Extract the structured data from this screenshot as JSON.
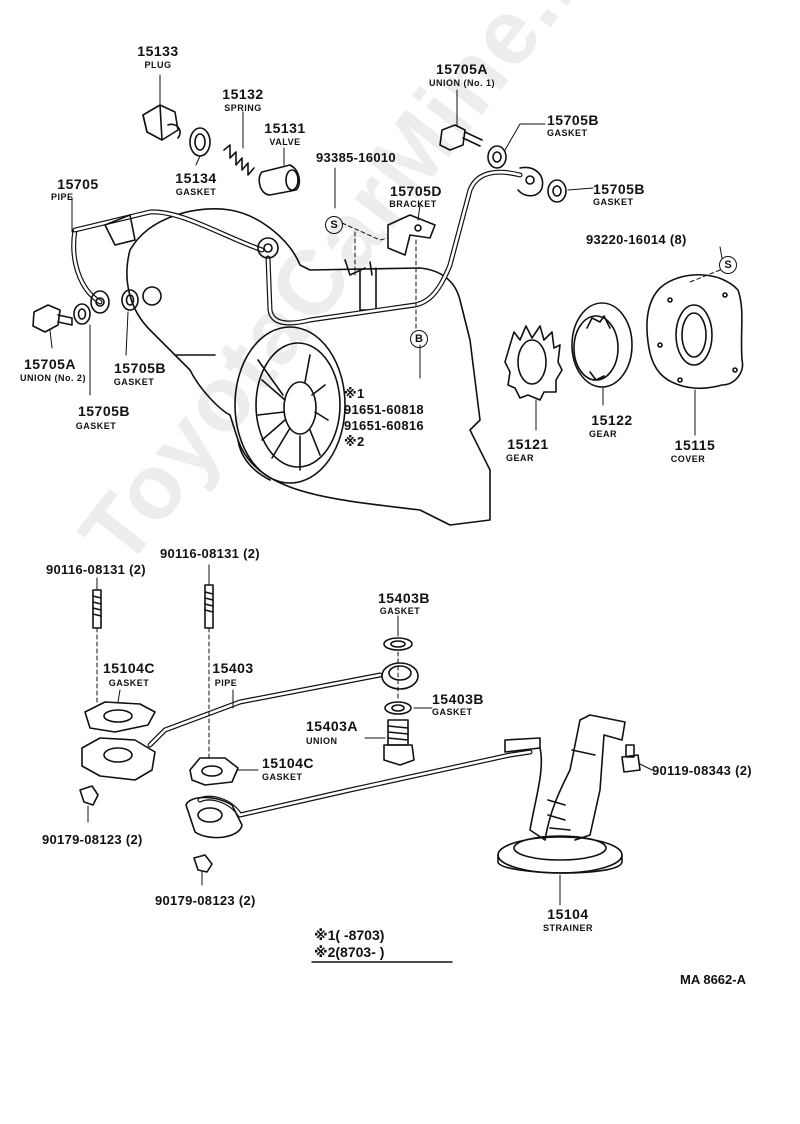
{
  "watermark": "ToyotaCarMine.ru",
  "reference_code": "MA  8662-A",
  "symbols": {
    "s": "S",
    "b": "B"
  },
  "legend": {
    "line1": "※1(    -8703)",
    "line2": "※2(8703-       )"
  },
  "parts": [
    {
      "key": "p15133",
      "number": "15133",
      "name": "PLUG"
    },
    {
      "key": "p15132",
      "number": "15132",
      "name": "SPRING"
    },
    {
      "key": "p15131",
      "number": "15131",
      "name": "VALVE"
    },
    {
      "key": "p15134",
      "number": "15134",
      "name": "GASKET"
    },
    {
      "key": "p15705",
      "number": "15705",
      "name": "PIPE"
    },
    {
      "key": "p15705A_1",
      "number": "15705A",
      "name": "UNION (No. 1)"
    },
    {
      "key": "p15705B_1",
      "number": "15705B",
      "name": "GASKET"
    },
    {
      "key": "p15705B_2",
      "number": "15705B",
      "name": "GASKET"
    },
    {
      "key": "p15705D",
      "number": "15705D",
      "name": "BRACKET"
    },
    {
      "key": "p15705A_2",
      "number": "15705A",
      "name": "UNION (No. 2)"
    },
    {
      "key": "p15705B_3",
      "number": "15705B",
      "name": "GASKET"
    },
    {
      "key": "p15705B_4",
      "number": "15705B",
      "name": "GASKET"
    },
    {
      "key": "p15121",
      "number": "15121",
      "name": "GEAR"
    },
    {
      "key": "p15122",
      "number": "15122",
      "name": "GEAR"
    },
    {
      "key": "p15115",
      "number": "15115",
      "name": "COVER"
    },
    {
      "key": "p15403B_1",
      "number": "15403B",
      "name": "GASKET"
    },
    {
      "key": "p15403B_2",
      "number": "15403B",
      "name": "GASKET"
    },
    {
      "key": "p15403A",
      "number": "15403A",
      "name": "UNION"
    },
    {
      "key": "p15403",
      "number": "15403",
      "name": "PIPE"
    },
    {
      "key": "p15104C_1",
      "number": "15104C",
      "name": "GASKET"
    },
    {
      "key": "p15104C_2",
      "number": "15104C",
      "name": "GASKET"
    },
    {
      "key": "p15104",
      "number": "15104",
      "name": "STRAINER"
    }
  ],
  "refs": {
    "r93385": "93385-16010",
    "r93220": "93220-16014 (8)",
    "r91651_a": "※1",
    "r91651_1": "91651-60818",
    "r91651_2": "91651-60816",
    "r91651_b": "※2",
    "r90116_1": "90116-08131 (2)",
    "r90116_2": "90116-08131 (2)",
    "r90119": "90119-08343 (2)",
    "r90179_1": "90179-08123 (2)",
    "r90179_2": "90179-08123 (2)"
  }
}
